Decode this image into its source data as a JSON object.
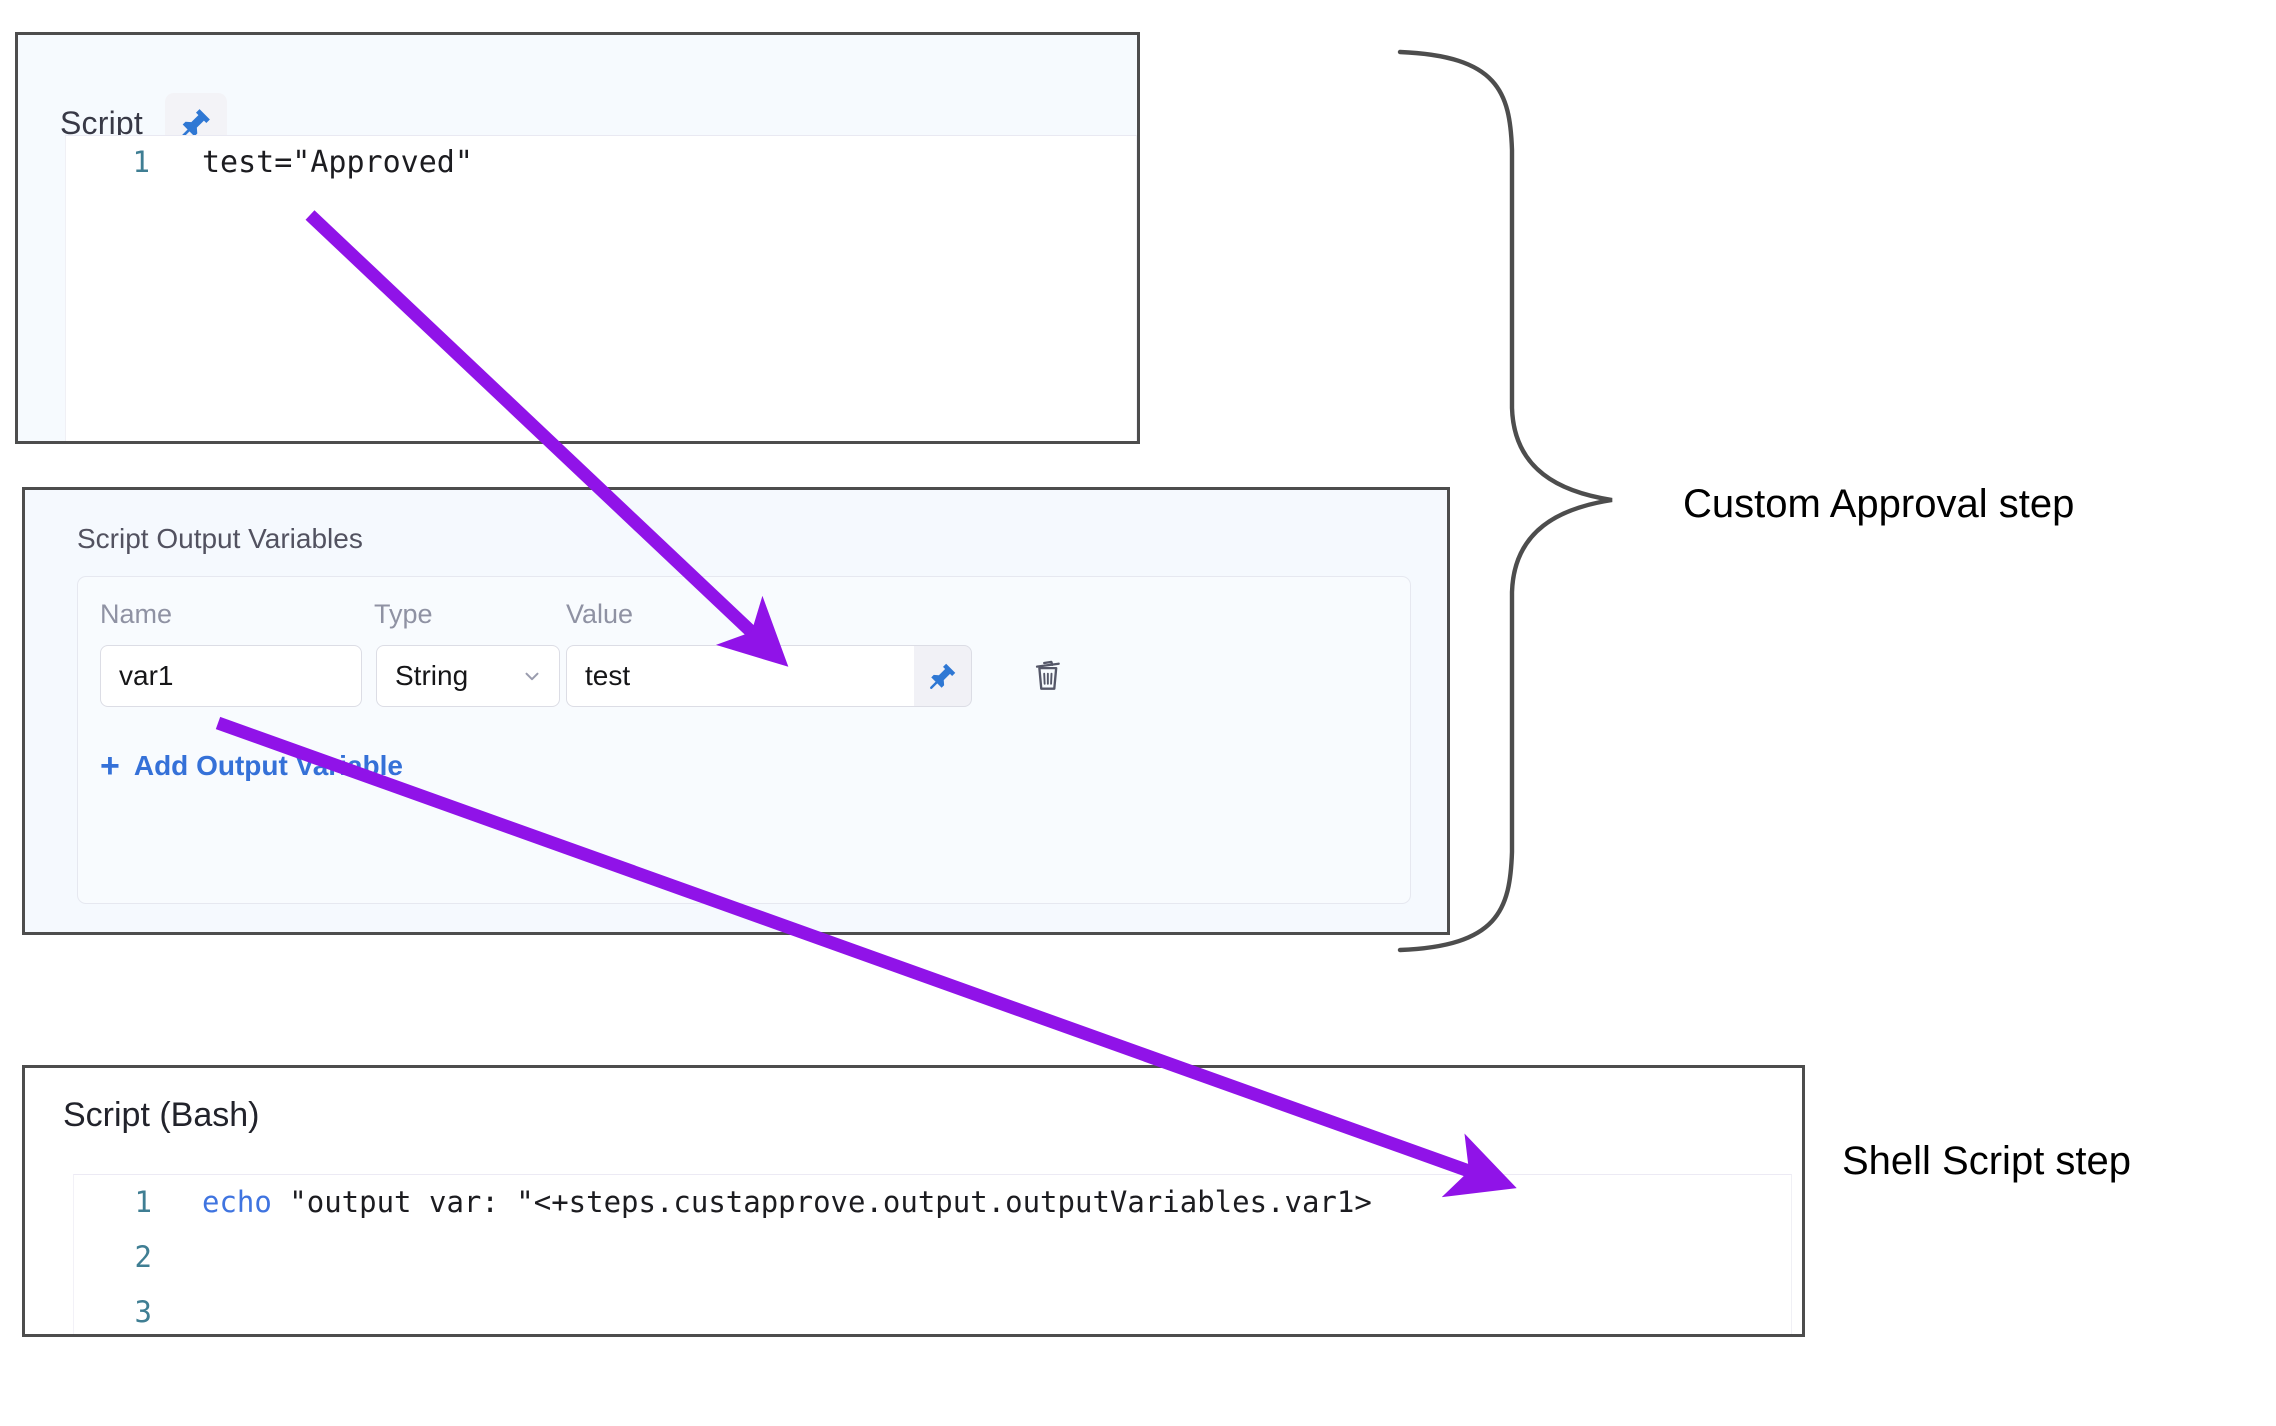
{
  "script_panel": {
    "title": "Script",
    "pin_icon": "pin-icon",
    "code": {
      "lines": [
        {
          "number": "1",
          "text": "test=\"Approved\""
        }
      ]
    }
  },
  "output_variables_panel": {
    "title": "Script Output Variables",
    "columns": {
      "name": "Name",
      "type": "Type",
      "value": "Value"
    },
    "rows": [
      {
        "name": "var1",
        "type": "String",
        "value": "test",
        "pin_icon": "pin-icon",
        "delete_icon": "trash-icon",
        "type_chevron_icon": "chevron-down-icon"
      }
    ],
    "add_variable_label": "Add Output Variable",
    "add_variable_icon": "plus-icon"
  },
  "bash_panel": {
    "title": "Script (Bash)",
    "code": {
      "lines": [
        {
          "number": "1",
          "keyword": "echo",
          "text": " \"output var: \"<+steps.custapprove.output.outputVariables.var1>"
        },
        {
          "number": "2",
          "keyword": "",
          "text": ""
        },
        {
          "number": "3",
          "keyword": "",
          "text": ""
        }
      ]
    }
  },
  "annotations": {
    "custom_approval_label": "Custom Approval step",
    "shell_script_label": "Shell Script step",
    "arrow_color": "#9013e8",
    "brace_color": "#4d4d4d"
  }
}
